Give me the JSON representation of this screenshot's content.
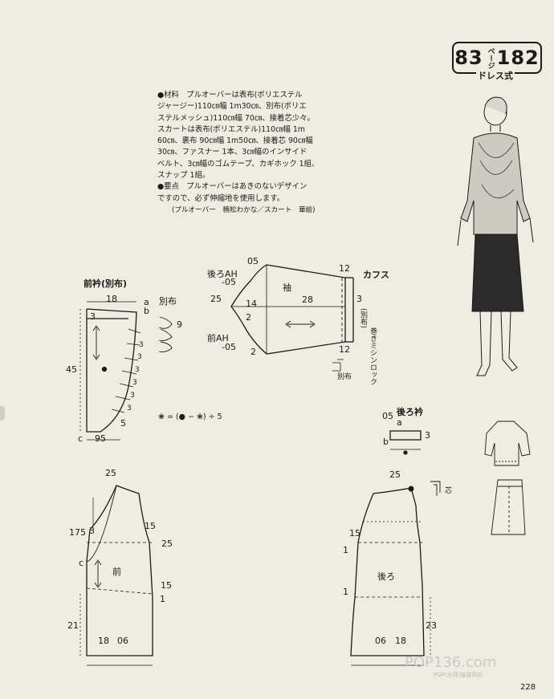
{
  "badge": {
    "page_ref": "83",
    "unit": "ページ",
    "number": "182",
    "style": "ドレス式"
  },
  "notes": {
    "lines": [
      "●材料　プルオーバーは表布(ポリエステル",
      "ジャージー)110㎝幅 1m30㎝、別布(ポリエ",
      "ステルメッシュ)110㎝幅 70㎝、接着芯少々。",
      "スカートは表布(ポリエステル)110㎝幅 1m",
      "60㎝、裏布 90㎝幅 1m50㎝、接着芯 90㎝幅",
      "30㎝、ファスナー 1本、3㎝幅のインサイド",
      "ベルト、3㎝幅のゴムテープ、カギホック 1組、",
      "スナップ 1組。",
      "●要点　プルオーバーはあきのないデザイン",
      "ですので、必ず伸縮地を使用します。"
    ],
    "credit": "(プルオーバー　楠松わかな／スカート　華絵)"
  },
  "collar_front": {
    "title": "前衿(別布)",
    "top_width": "18",
    "height": "45",
    "m3": "3",
    "a": "a",
    "b": "b",
    "fold_label": "別布",
    "fold_dim": "9",
    "tuck_marks": [
      "3",
      "3",
      "3",
      "3",
      "3",
      "3"
    ],
    "bottom_5": "5",
    "c": "c",
    "bottom_95": "95"
  },
  "sleeve": {
    "title": "袖",
    "back_ah": "後ろAH",
    "back_ah_dim": "-05",
    "top_05": "05",
    "left_25": "25",
    "m14": "14",
    "m2": "2",
    "front_ah": "前AH",
    "front_ah_dim": "-05",
    "bottom_2": "2",
    "width_28": "28",
    "right_top_12": "12",
    "right_bottom_12": "12",
    "cuff_label": "カフス",
    "cuff_3": "3",
    "cuff_sub": "(別布)",
    "overlock": "巻きミシンロック",
    "betsu": "別布"
  },
  "formula": "❀ = (● − ❀) ÷ 5",
  "back_collar": {
    "title": "後ろ衿",
    "top_05": "05",
    "a": "a",
    "b": "b",
    "m3": "3",
    "core_label": "芯"
  },
  "front_body": {
    "title": "前",
    "top_25": "25",
    "m175": "175",
    "m3": "3",
    "right_15": "15",
    "right_25": "25",
    "c": "c",
    "right_15b": "15",
    "right_1": "1",
    "left_21": "21",
    "bottom_18": "18",
    "bottom_06": "06"
  },
  "back_body": {
    "title": "後ろ",
    "top_25": "25",
    "left_15": "15",
    "left_1a": "1",
    "left_1b": "1",
    "right_23": "23",
    "bottom_06": "06",
    "bottom_18": "18"
  },
  "watermark": {
    "main": "POP136.com",
    "sub": "POP(全球)服装网站"
  },
  "page_number": "228"
}
